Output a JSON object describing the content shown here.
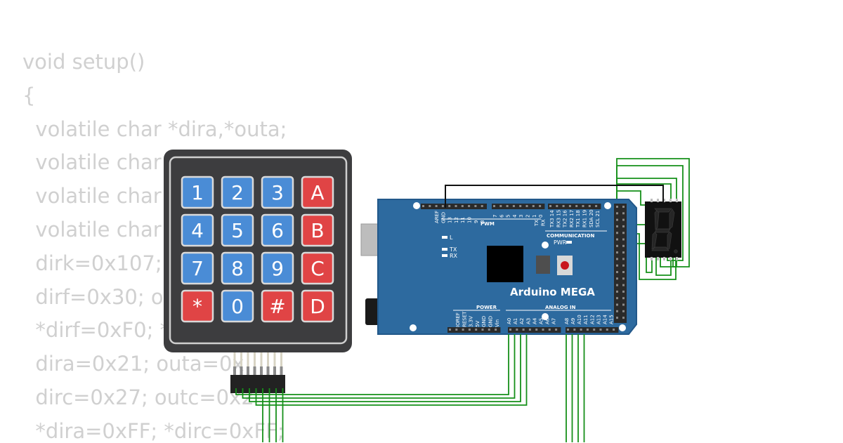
{
  "code": [
    "void setup()",
    "{",
    "  volatile char *dira,*outa;",
    "  volatile char",
    "  volatile char",
    "  volatile char",
    "  dirk=0x107;",
    "  dirf=0x30; ou",
    "  *dirf=0xF0; *",
    "  dira=0x21; outa=0x",
    "  dirc=0x27; outc=0x2",
    "  *dira=0xFF; *dirc=0xFF;"
  ],
  "keypad": {
    "keys": [
      "1",
      "2",
      "3",
      "A",
      "4",
      "5",
      "6",
      "B",
      "7",
      "8",
      "9",
      "C",
      "*",
      "0",
      "#",
      "D"
    ],
    "colors": {
      "digit": "#4a8cd6",
      "letter": "#e04445",
      "frame": "#3d3d3f"
    }
  },
  "arduino": {
    "name": "Arduino MEGA",
    "top_left_labels": [
      "AREF",
      "GND",
      "13",
      "12",
      "11",
      "10",
      "9",
      "8"
    ],
    "top_mid_labels": [
      "7",
      "6",
      "5",
      "4",
      "3",
      "2",
      "1",
      "0"
    ],
    "top_right_labels": [
      "TX3 14",
      "RX3 15",
      "TX2 16",
      "RX2 17",
      "TX1 18",
      "RX1 19",
      "SDA 20",
      "SCL 21"
    ],
    "tx_rx_small": [
      "TX",
      "RX"
    ],
    "pwm_label": "PWM",
    "comm_label": "COMMUNICATION",
    "led_labels": [
      "L",
      "TX",
      "RX"
    ],
    "pwr_label": "PWR",
    "power_label": "POWER",
    "power_pins": [
      "IOREF",
      "RESET",
      "3.3V",
      "5V",
      "GND",
      "GND",
      "Vin"
    ],
    "analog_label": "ANALOG IN",
    "analog_pins": [
      "A0",
      "A1",
      "A2",
      "A3",
      "A4",
      "A5",
      "A6",
      "A7",
      "A8",
      "A9",
      "A10",
      "A11",
      "A12",
      "A13",
      "A14",
      "A15"
    ],
    "colors": {
      "board": "#2d6a9f",
      "chip": "#000000",
      "wire": "#16901a"
    }
  }
}
